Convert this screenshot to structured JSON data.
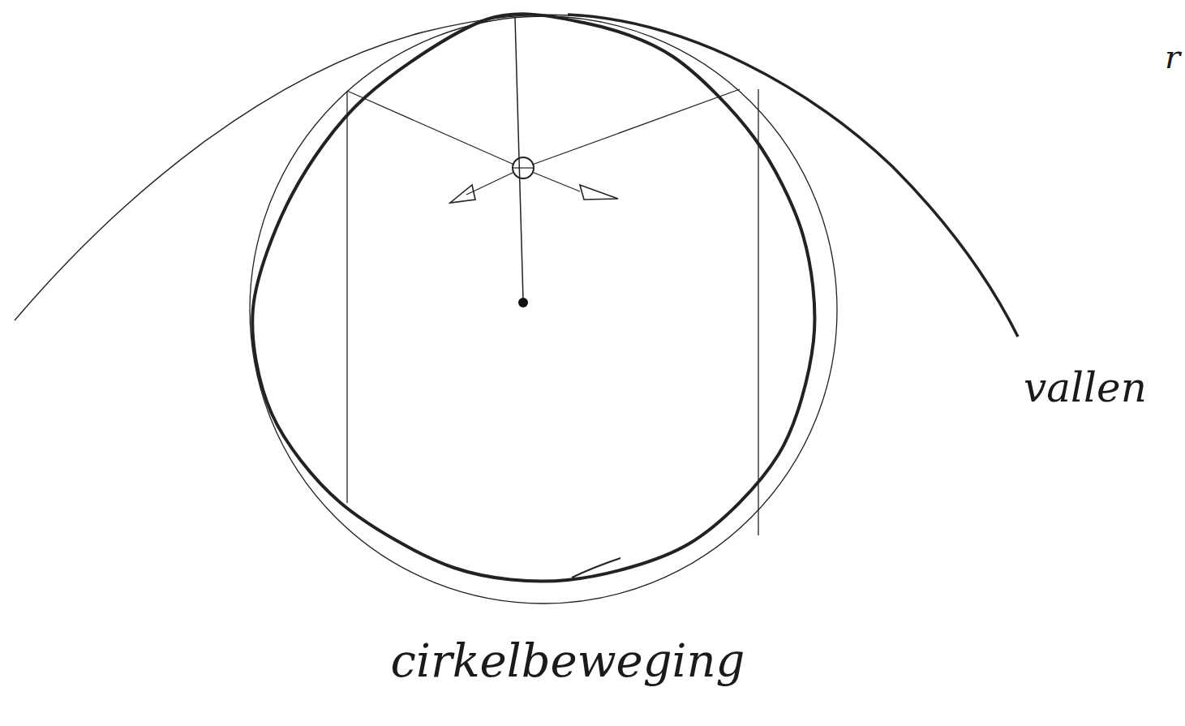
{
  "diagram": {
    "labels": [
      "cirkelbeweging",
      "vallen",
      "r"
    ]
  }
}
